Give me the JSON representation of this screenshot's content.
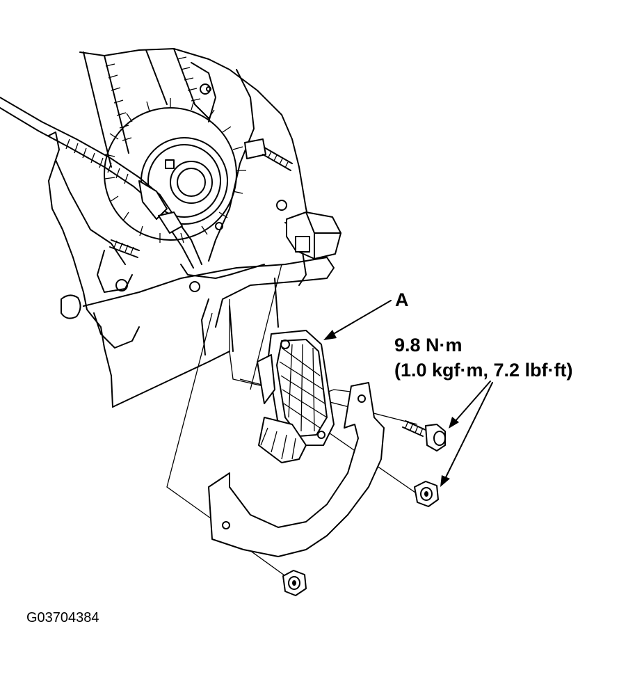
{
  "callout": {
    "part_label": "A"
  },
  "torque": {
    "line1": "9.8 N·m",
    "line2": "(1.0 kgf·m, 7.2 lbf·ft)"
  },
  "figure": {
    "id": "G03704384"
  },
  "colors": {
    "ink": "#000000",
    "paper": "#ffffff"
  }
}
